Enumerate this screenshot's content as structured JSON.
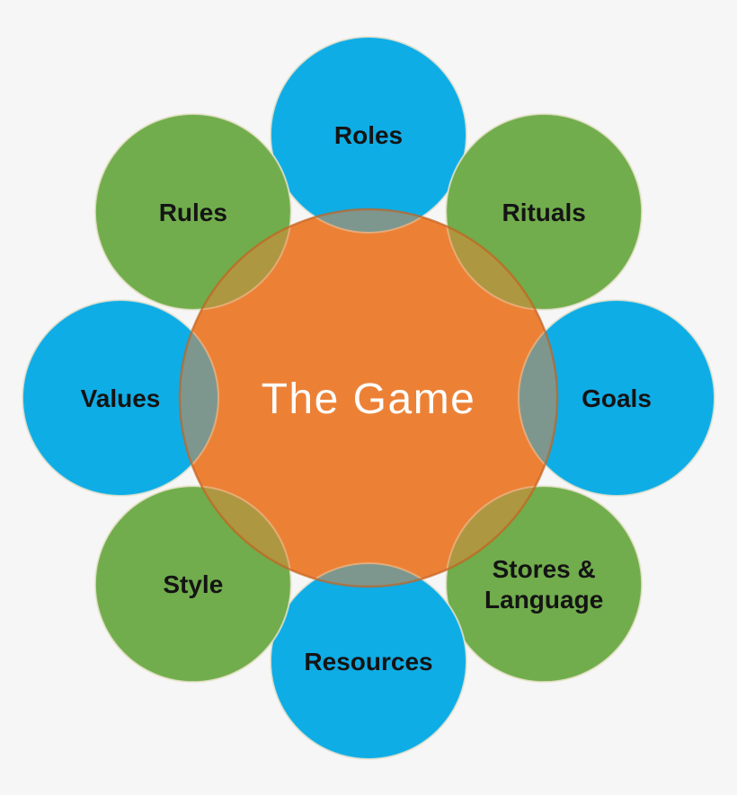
{
  "diagram": {
    "title": "The Game",
    "background_color": "#f6f6f6",
    "palette": {
      "blue": "#0fade6",
      "green": "#71ad4c",
      "orange": "#ec8136",
      "blue_orange_overlap": "#7b998e",
      "green_orange_overlap": "#ac9a3f",
      "node_text": "#141414",
      "center_text": "#ffffff"
    },
    "center": {
      "label": "The Game",
      "color": "#ec8136"
    },
    "nodes": [
      {
        "label": "Roles",
        "color": "#0fade6",
        "color_name": "blue",
        "position": "top"
      },
      {
        "label": "Rituals",
        "color": "#71ad4c",
        "color_name": "green",
        "position": "top-right"
      },
      {
        "label": "Goals",
        "color": "#0fade6",
        "color_name": "blue",
        "position": "right"
      },
      {
        "label": "Stores &\nLanguage",
        "color": "#71ad4c",
        "color_name": "green",
        "position": "bottom-right"
      },
      {
        "label": "Resources",
        "color": "#0fade6",
        "color_name": "blue",
        "position": "bottom"
      },
      {
        "label": "Style",
        "color": "#71ad4c",
        "color_name": "green",
        "position": "bottom-left"
      },
      {
        "label": "Values",
        "color": "#0fade6",
        "color_name": "blue",
        "position": "left"
      },
      {
        "label": "Rules",
        "color": "#71ad4c",
        "color_name": "green",
        "position": "top-left"
      }
    ]
  }
}
